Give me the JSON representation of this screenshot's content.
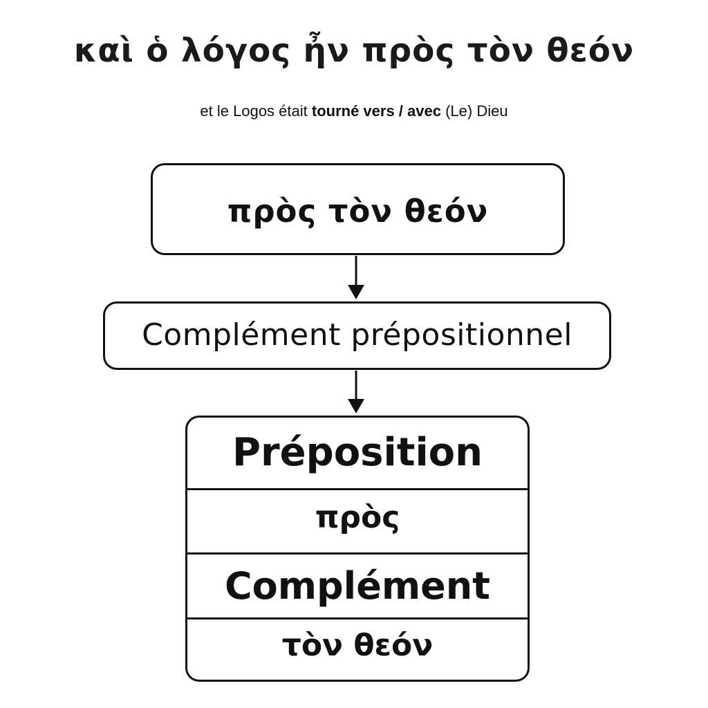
{
  "title": "καὶ ὁ λόγος ἦν πρὸς τὸν θεόν",
  "subtitle": {
    "part1": "et le Logos était ",
    "bold": "tourné vers / avec",
    "part2": " (Le) Dieu"
  },
  "nodes": {
    "phrase": "πρὸς τὸν θεόν",
    "category": "Complément prépositionnel",
    "table": {
      "preposition_label": "Préposition",
      "preposition_value": "πρὸς",
      "complement_label": "Complément",
      "complement_value": "τὸν θεόν"
    }
  },
  "colors": {
    "stroke": "#111111",
    "background": "#ffffff"
  }
}
